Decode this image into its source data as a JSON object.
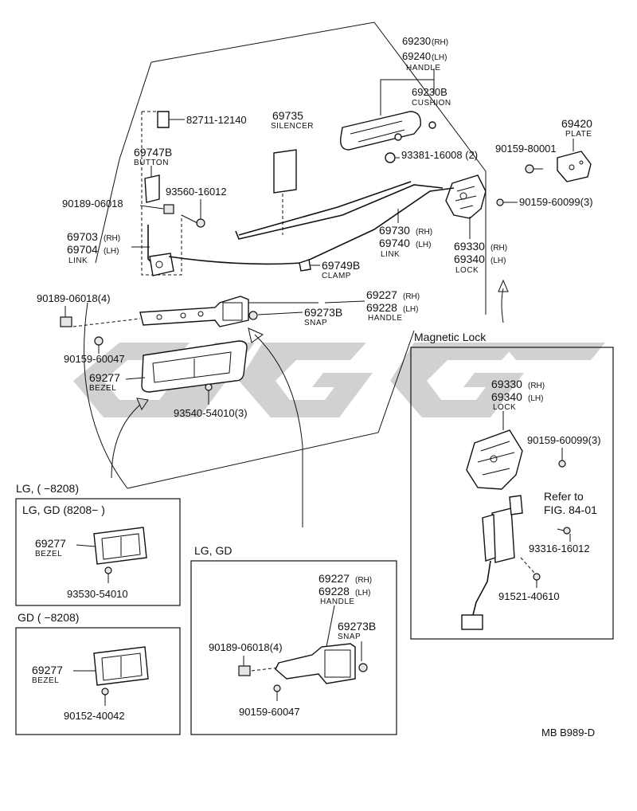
{
  "watermark": {
    "text": "GiGG",
    "color": "#c8c8c8"
  },
  "parts": {
    "handle_out_rh": "69230",
    "handle_out_rh_sfx": "(RH)",
    "handle_out_lh": "69240",
    "handle_out_lh_sfx": "(LH)",
    "handle_out_name": "HANDLE",
    "cushion_no": "69230B",
    "cushion_name": "CUSHION",
    "plate_no": "69420",
    "plate_name": "PLATE",
    "bolt_80001": "90159-80001",
    "screw_16008": "93381-16008 (2)",
    "bolt_60099_top": "90159-60099(3)",
    "clip_12140": "82711-12140",
    "silencer_no": "69735",
    "silencer_name": "SILENCER",
    "button_no": "69747B",
    "button_name": "BUTTON",
    "screw_16012": "93560-16012",
    "clip_06018": "90189-06018",
    "link_l_rh": "69703",
    "link_l_rh_sfx": "(RH)",
    "link_l_lh": "69704",
    "link_l_lh_sfx": "(LH)",
    "link_l_name": "LINK",
    "link_r_rh": "69730",
    "link_r_rh_sfx": "(RH)",
    "link_r_lh": "69740",
    "link_r_lh_sfx": "(LH)",
    "link_r_name": "LINK",
    "lock_rh": "69330",
    "lock_rh_sfx": "(RH)",
    "lock_lh": "69340",
    "lock_lh_sfx": "(LH)",
    "lock_name": "LOCK",
    "clamp_no": "69749B",
    "clamp_name": "CLAMP",
    "clip_06018_4": "90189-06018(4)",
    "handle_in_rh": "69227",
    "handle_in_rh_sfx": "(RH)",
    "handle_in_lh": "69228",
    "handle_in_lh_sfx": "(LH)",
    "handle_in_name": "HANDLE",
    "snap_no": "69273B",
    "snap_name": "SNAP",
    "bolt_60047": "90159-60047",
    "bezel_no": "69277",
    "bezel_name": "BEZEL",
    "screw_54010_3": "93540-54010(3)",
    "lg_range": "LG, (        −8208)"
  },
  "magnetic": {
    "title": "Magnetic Lock",
    "lock_rh": "69330",
    "lock_rh_sfx": "(RH)",
    "lock_lh": "69340",
    "lock_lh_sfx": "(LH)",
    "lock_name": "LOCK",
    "bolt_60099": "90159-60099(3)",
    "refer_1": "Refer to",
    "refer_2": "FIG. 84-01",
    "screw_16012": "93316-16012",
    "bolt_40610": "91521-40610"
  },
  "box_lg_gd": {
    "title": "LG, GD (8208−          )",
    "bezel_no": "69277",
    "bezel_name": "BEZEL",
    "screw": "93530-54010"
  },
  "box_gd": {
    "title": "GD (          −8208)",
    "bezel_no": "69277",
    "bezel_name": "BEZEL",
    "screw": "90152-40042"
  },
  "box_handle": {
    "title": "LG, GD",
    "handle_rh": "69227",
    "handle_rh_sfx": "(RH)",
    "handle_lh": "69228",
    "handle_lh_sfx": "(LH)",
    "handle_name": "HANDLE",
    "snap_no": "69273B",
    "snap_name": "SNAP",
    "clip": "90189-06018(4)",
    "bolt": "90159-60047"
  },
  "figure_code": "MB B989-D"
}
